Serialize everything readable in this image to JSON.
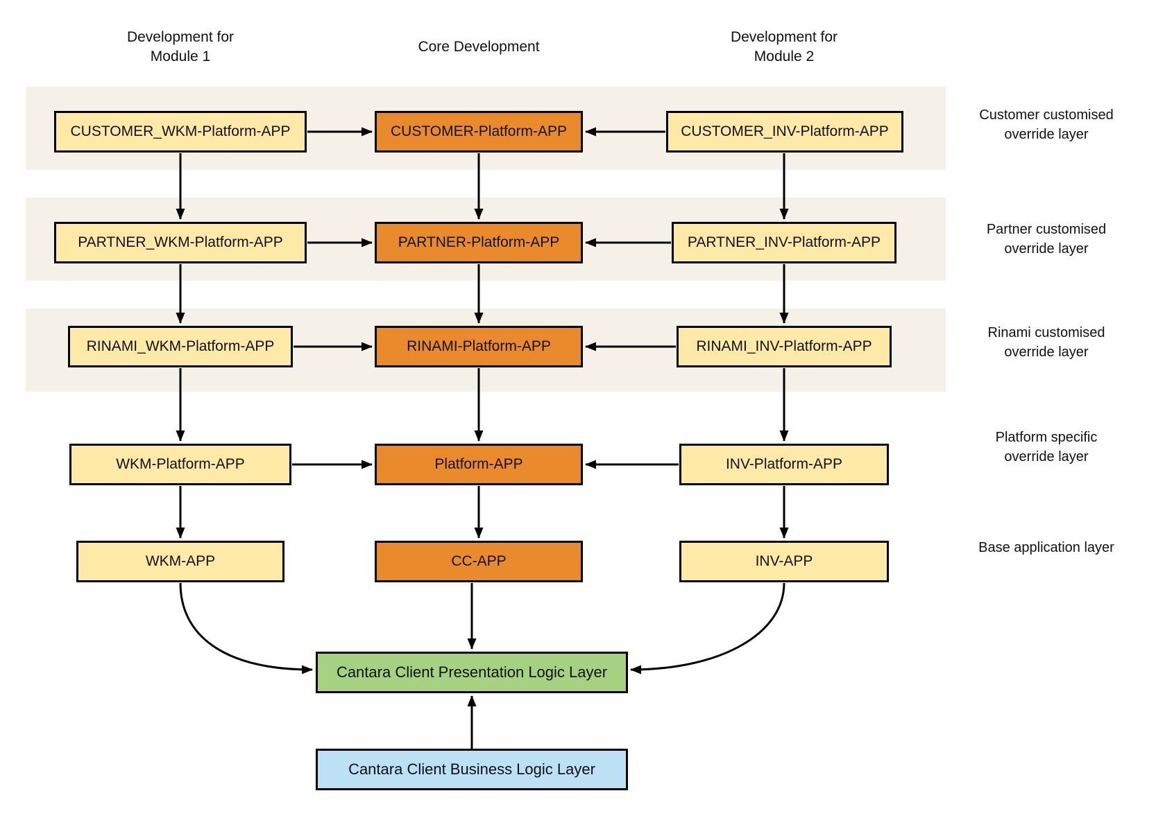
{
  "columns": [
    {
      "id": "module1",
      "title_lines": [
        "Development for",
        "Module 1"
      ]
    },
    {
      "id": "core",
      "title_lines": [
        "Core Development"
      ]
    },
    {
      "id": "module2",
      "title_lines": [
        "Development for",
        "Module 2"
      ]
    }
  ],
  "layers": [
    {
      "id": "customer",
      "label_lines": [
        "Customer customised",
        "override layer"
      ],
      "banded": true,
      "nodes": {
        "module1": "CUSTOMER_WKM-Platform-APP",
        "core": "CUSTOMER-Platform-APP",
        "module2": "CUSTOMER_INV-Platform-APP"
      }
    },
    {
      "id": "partner",
      "label_lines": [
        "Partner customised",
        "override layer"
      ],
      "banded": true,
      "nodes": {
        "module1": "PARTNER_WKM-Platform-APP",
        "core": "PARTNER-Platform-APP",
        "module2": "PARTNER_INV-Platform-APP"
      }
    },
    {
      "id": "rinami",
      "label_lines": [
        "Rinami customised",
        "override layer"
      ],
      "banded": true,
      "nodes": {
        "module1": "RINAMI_WKM-Platform-APP",
        "core": "RINAMI-Platform-APP",
        "module2": "RINAMI_INV-Platform-APP"
      }
    },
    {
      "id": "platform",
      "label_lines": [
        "Platform specific",
        "override layer"
      ],
      "banded": false,
      "nodes": {
        "module1": "WKM-Platform-APP",
        "core": "Platform-APP",
        "module2": "INV-Platform-APP"
      }
    },
    {
      "id": "base",
      "label_lines": [
        "Base application layer"
      ],
      "banded": false,
      "nodes": {
        "module1": "WKM-APP",
        "core": "CC-APP",
        "module2": "INV-APP"
      }
    }
  ],
  "bottom": {
    "presentation_label": "Cantara Client Presentation Logic Layer",
    "business_label": "Cantara Client Business Logic Layer"
  },
  "colors": {
    "node_yellow": "#FFE9A6",
    "node_orange": "#E98B2D",
    "presentation_green": "#A5D181",
    "business_blue": "#BCE1F5",
    "band_beige": "#F5F1E8",
    "line_black": "#000000"
  }
}
